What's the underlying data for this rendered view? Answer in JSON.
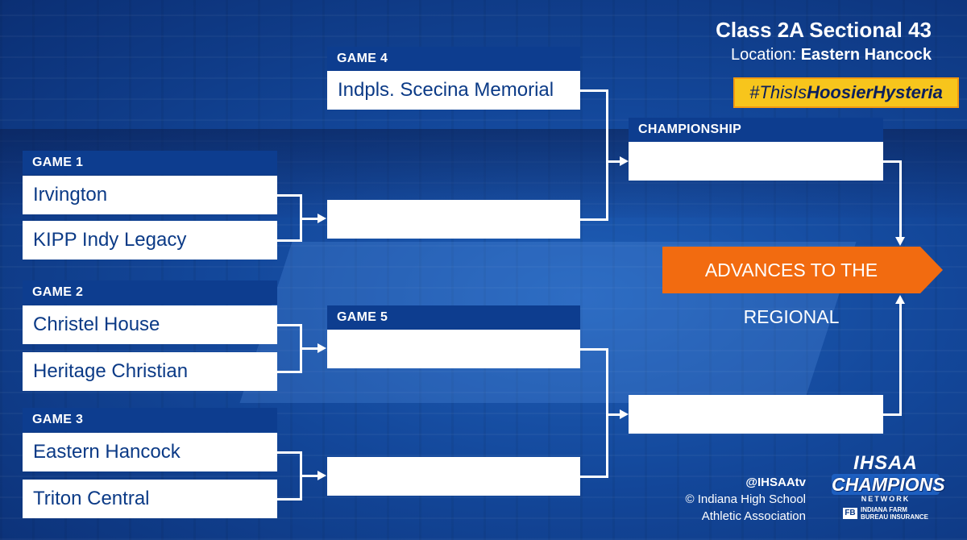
{
  "header": {
    "title": "Class 2A Sectional 43",
    "location_label": "Location:",
    "location_value": "Eastern Hancock",
    "hashtag_prefix": "#ThisIs",
    "hashtag_bold": "HoosierHysteria"
  },
  "games": {
    "game1": {
      "label": "GAME 1",
      "team_a": "Irvington",
      "team_b": "KIPP Indy Legacy"
    },
    "game2": {
      "label": "GAME 2",
      "team_a": "Christel House",
      "team_b": "Heritage Christian"
    },
    "game3": {
      "label": "GAME 3",
      "team_a": "Eastern Hancock",
      "team_b": "Triton Central"
    },
    "game4": {
      "label": "GAME 4",
      "team_a": "Indpls. Scecina Memorial",
      "team_b": ""
    },
    "game5": {
      "label": "GAME 5",
      "team_a": "",
      "team_b": ""
    },
    "championship": {
      "label": "CHAMPIONSHIP",
      "team_a": "",
      "team_b": ""
    }
  },
  "advances_label": "ADVANCES TO THE REGIONAL",
  "credit": {
    "handle": "@IHSAAtv",
    "line2": "© Indiana High School",
    "line3": "Athletic Association"
  },
  "logo": {
    "line1": "IHSAA",
    "line2": "CHAMPIONS",
    "line3": "NETWORK",
    "sponsor_mark": "FB",
    "sponsor_line1": "INDIANA FARM",
    "sponsor_line2": "BUREAU INSURANCE"
  },
  "colors": {
    "background": "#13479a",
    "label_band": "#0d3d8f",
    "slot_text": "#0b3a86",
    "advances": "#f26b10",
    "hashtag_bg": "#f7c51c"
  }
}
